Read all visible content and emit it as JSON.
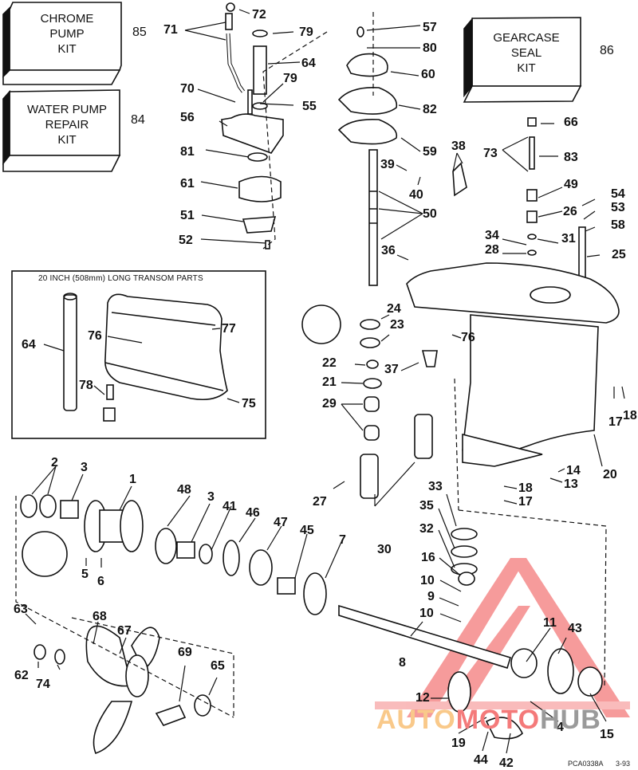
{
  "diagram": {
    "title": "Gearcase exploded parts diagram",
    "kits": [
      {
        "id": "85",
        "lines": [
          "CHROME",
          "PUMP",
          "KIT"
        ]
      },
      {
        "id": "84",
        "lines": [
          "WATER PUMP",
          "REPAIR",
          "KIT"
        ]
      },
      {
        "id": "86",
        "lines": [
          "GEARCASE",
          "SEAL",
          "KIT"
        ]
      }
    ],
    "inset": {
      "title": "20 INCH (508mm) LONG TRANSOM PARTS",
      "callouts": [
        "64",
        "76",
        "77",
        "78",
        "75"
      ]
    },
    "callouts": {
      "c72": "72",
      "c71": "71",
      "c79a": "79",
      "c64": "64",
      "c79b": "79",
      "c70": "70",
      "c55": "55",
      "c56": "56",
      "c81": "81",
      "c61": "61",
      "c51": "51",
      "c52": "52",
      "c57": "57",
      "c80": "80",
      "c60": "60",
      "c82": "82",
      "c59": "59",
      "c39": "39",
      "c40": "40",
      "c38": "38",
      "c50": "50",
      "c36": "36",
      "c66": "66",
      "c73": "73",
      "c83": "83",
      "c49": "49",
      "c54": "54",
      "c26": "26",
      "c53": "53",
      "c58": "58",
      "c34": "34",
      "c31": "31",
      "c28": "28",
      "c25": "25",
      "c24": "24",
      "c23": "23",
      "c76b": "76",
      "c22": "22",
      "c37": "37",
      "c21": "21",
      "c29": "29",
      "c17a": "17",
      "c18a": "18",
      "c20": "20",
      "c14": "14",
      "c13": "13",
      "c18b": "18",
      "c17b": "17",
      "c2": "2",
      "c3a": "3",
      "c1": "1",
      "c48": "48",
      "c3b": "3",
      "c41": "41",
      "c46": "46",
      "c47": "47",
      "c45": "45",
      "c7": "7",
      "c5": "5",
      "c6": "6",
      "c27": "27",
      "c30": "30",
      "c33": "33",
      "c35": "35",
      "c32": "32",
      "c16": "16",
      "c10a": "10",
      "c9": "9",
      "c10b": "10",
      "c8": "8",
      "c11": "11",
      "c43": "43",
      "c15": "15",
      "c4": "4",
      "c12": "12",
      "c19": "19",
      "c44": "44",
      "c42": "42",
      "c63": "63",
      "c68": "68",
      "c67": "67",
      "c62": "62",
      "c74": "74",
      "c69": "69",
      "c65": "65"
    },
    "footer": {
      "code": "PCA0338A",
      "date": "3-93"
    },
    "watermark": {
      "part1": "AUTO",
      "part2": "MOTO",
      "part3": "HUB"
    }
  }
}
